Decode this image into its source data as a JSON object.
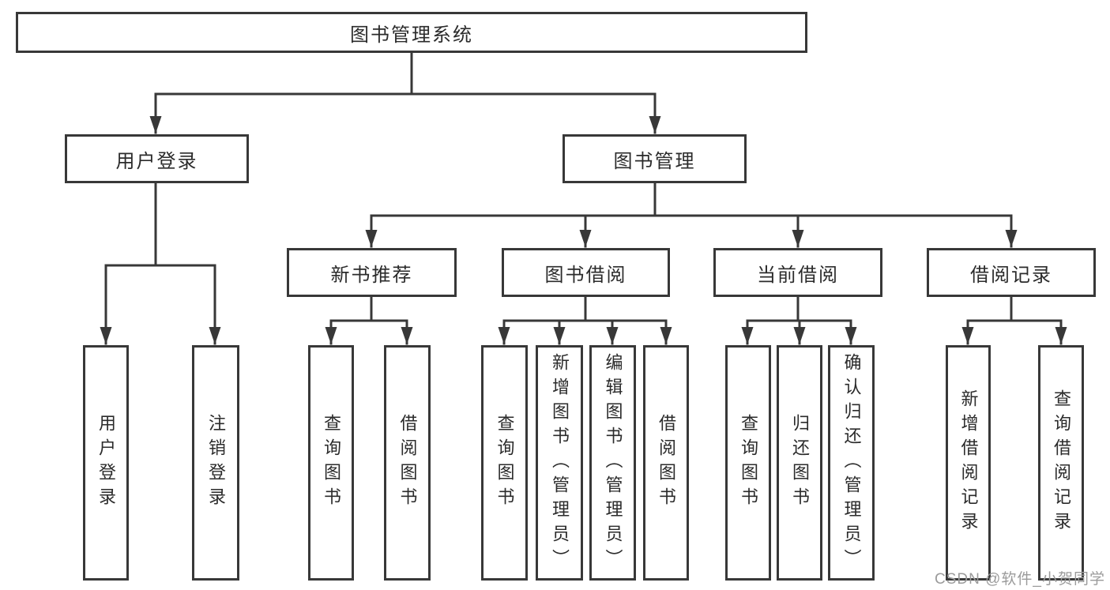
{
  "title": "图书管理系统",
  "watermark": "CSDN @软件_小贺同学",
  "colors": {
    "line": "#383838",
    "border": "#383838",
    "text": "#2b2b2b",
    "watermark": "#9b9b9b",
    "background": "#ffffff"
  },
  "branches": [
    {
      "label": "用户登录",
      "children": [
        {
          "label": "用户登录"
        },
        {
          "label": "注销登录"
        }
      ]
    },
    {
      "label": "图书管理",
      "children": [
        {
          "label": "新书推荐",
          "children": [
            {
              "label": "查询图书"
            },
            {
              "label": "借阅图书"
            }
          ]
        },
        {
          "label": "图书借阅",
          "children": [
            {
              "label": "查询图书"
            },
            {
              "label": "新增图书（管理员）"
            },
            {
              "label": "编辑图书（管理员）"
            },
            {
              "label": "借阅图书"
            }
          ]
        },
        {
          "label": "当前借阅",
          "children": [
            {
              "label": "查询图书"
            },
            {
              "label": "归还图书"
            },
            {
              "label": "确认归还（管理员）"
            }
          ]
        },
        {
          "label": "借阅记录",
          "children": [
            {
              "label": "新增借阅记录"
            },
            {
              "label": "查询借阅记录"
            }
          ]
        }
      ]
    }
  ]
}
